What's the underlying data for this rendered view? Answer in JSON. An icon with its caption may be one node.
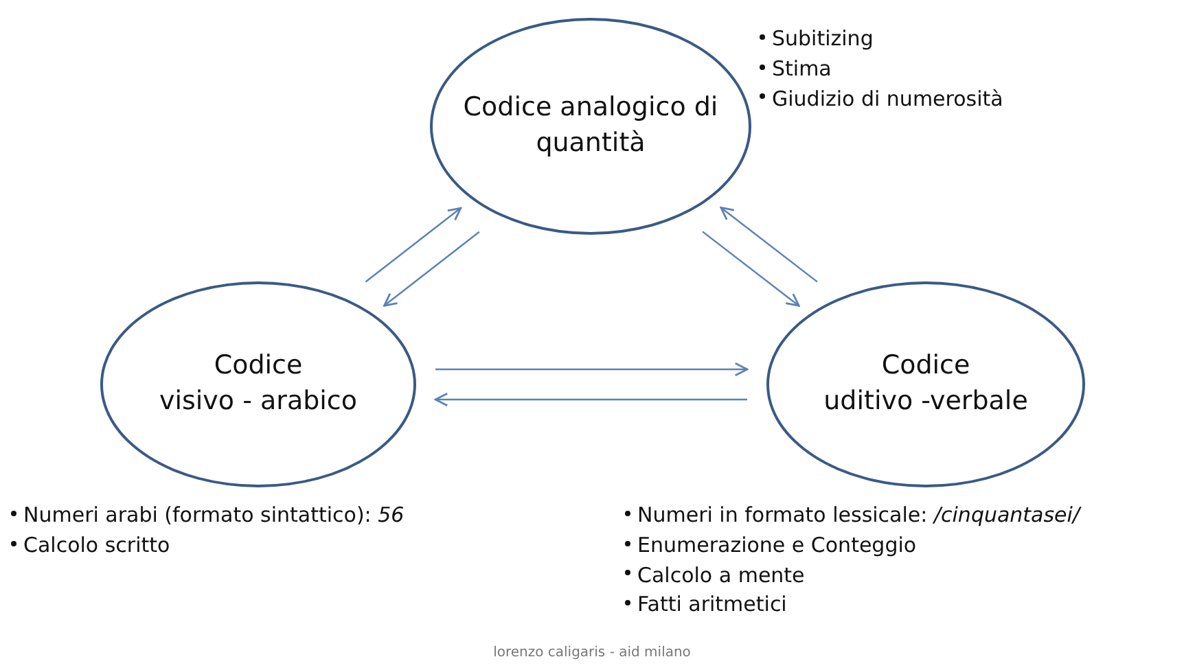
{
  "diagram": {
    "caption": "lorenzo caligaris - aid milano",
    "nodes": [
      {
        "text": [
          "Codice analogico di quantità"
        ],
        "beside": [
          "Subitizing",
          "Stima",
          "Giudizio di numerosità"
        ]
      },
      {
        "text": [
          "Codice",
          "visivo - arabico"
        ],
        "beside": [
          "Numeri arabi (formato sintattico): *56*",
          "Calcolo scritto"
        ]
      },
      {
        "text": [
          "Codice",
          "uditivo -verbale"
        ],
        "beside": [
          "Numeri in formato lessicale: */cinquantasei/*",
          "Enumerazione e Conteggio",
          "Calcolo a mente",
          "Fatti aritmetici"
        ]
      }
    ],
    "edges": [
      {
        "from": 1,
        "to": 0,
        "arrow": "to"
      },
      {
        "from": 0,
        "to": 1,
        "arrow": "to"
      },
      {
        "from": 2,
        "to": 0,
        "arrow": "to"
      },
      {
        "from": 0,
        "to": 2,
        "arrow": "to"
      },
      {
        "from": 1,
        "to": 2,
        "arrow": "to"
      },
      {
        "from": 2,
        "to": 1,
        "arrow": "to"
      }
    ]
  }
}
